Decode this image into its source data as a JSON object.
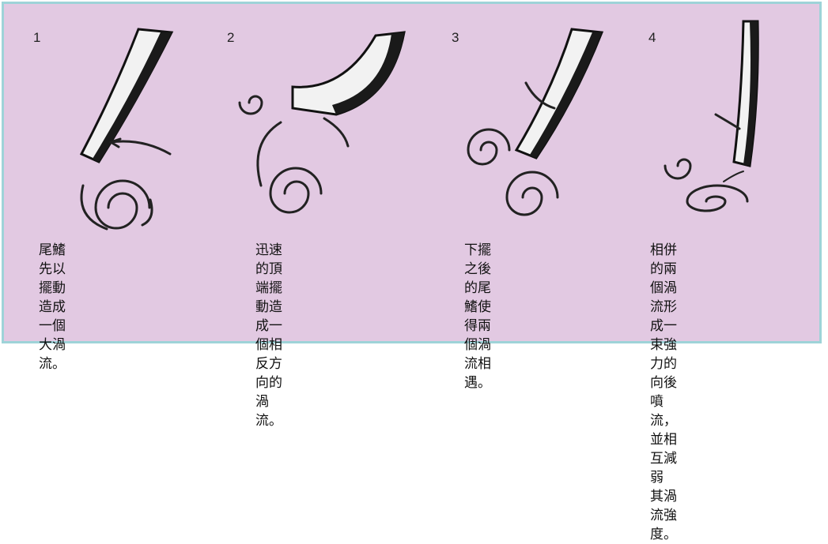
{
  "panels": [
    {
      "number": "1",
      "caption": "尾鰭先以擺動造成\n一個大渦流。"
    },
    {
      "number": "2",
      "caption": "迅速的頂端擺動造\n成一個相反方向的\n渦流。"
    },
    {
      "number": "3",
      "caption": "下擺之後的尾鰭使\n得兩個渦流相遇。"
    },
    {
      "number": "4",
      "caption": "相併的兩個渦流形\n成一束強力的向後\n噴流，並相互減弱\n其渦流強度。"
    }
  ],
  "colors": {
    "background": "#e2c9e2",
    "border": "#9ed3d8",
    "ink": "#222222"
  }
}
